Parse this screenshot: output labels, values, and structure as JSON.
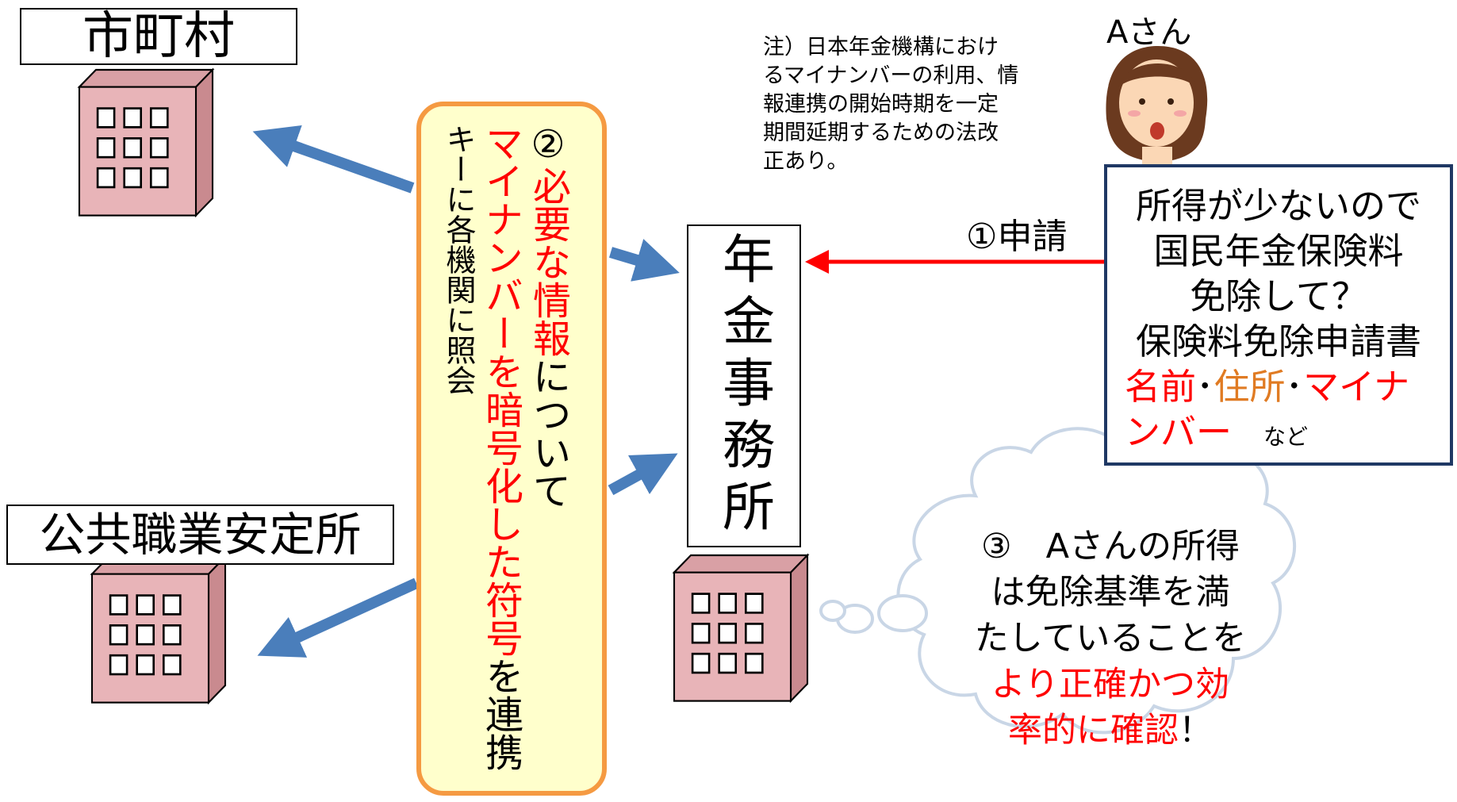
{
  "labels": {
    "shichoson": "市町村",
    "hellowork": "公共職業安定所",
    "nenkin_office": "年金事務所",
    "person": "Aさん",
    "apply": "①申請"
  },
  "note": {
    "lines": [
      "注）日本年金機構におけ",
      "るマイナンバーの利用、情",
      "報連携の開始時期を一定",
      "期間延期するための法改",
      "正あり。"
    ]
  },
  "center_box": {
    "col1_num": "②",
    "col1_red": "必要な情報",
    "col1_black": "について",
    "col2_red": "マイナンバーを暗号化した符号",
    "col2_black": "を連携",
    "col3": "キーに各機関に照会"
  },
  "speech": {
    "line1": "所得が少ないので",
    "line2": "国民年金保険料",
    "line3": "免除して？",
    "line4": "保険料免除申請書",
    "name": "名前",
    "dot1": "･",
    "address": "住所",
    "dot2": "･",
    "mynum_a": "マイナ",
    "mynum_b": "ンバー",
    "etc": "など"
  },
  "thought": {
    "line1": "③　Aさんの所得",
    "line2": "は免除基準を満",
    "line3": "たしていることを",
    "line4": "より正確かつ効",
    "line5": "率的に確認",
    "line5_end": "！"
  },
  "colors": {
    "arrow_blue": "#4a7ebb",
    "arrow_red": "#ff0000",
    "building_front": "#e8b4b8",
    "building_side": "#c98a8f",
    "center_fill": "#ffffcc",
    "center_border": "#f59a42",
    "speech_border": "#1f3864",
    "cloud_stroke": "#c9d6e6"
  }
}
